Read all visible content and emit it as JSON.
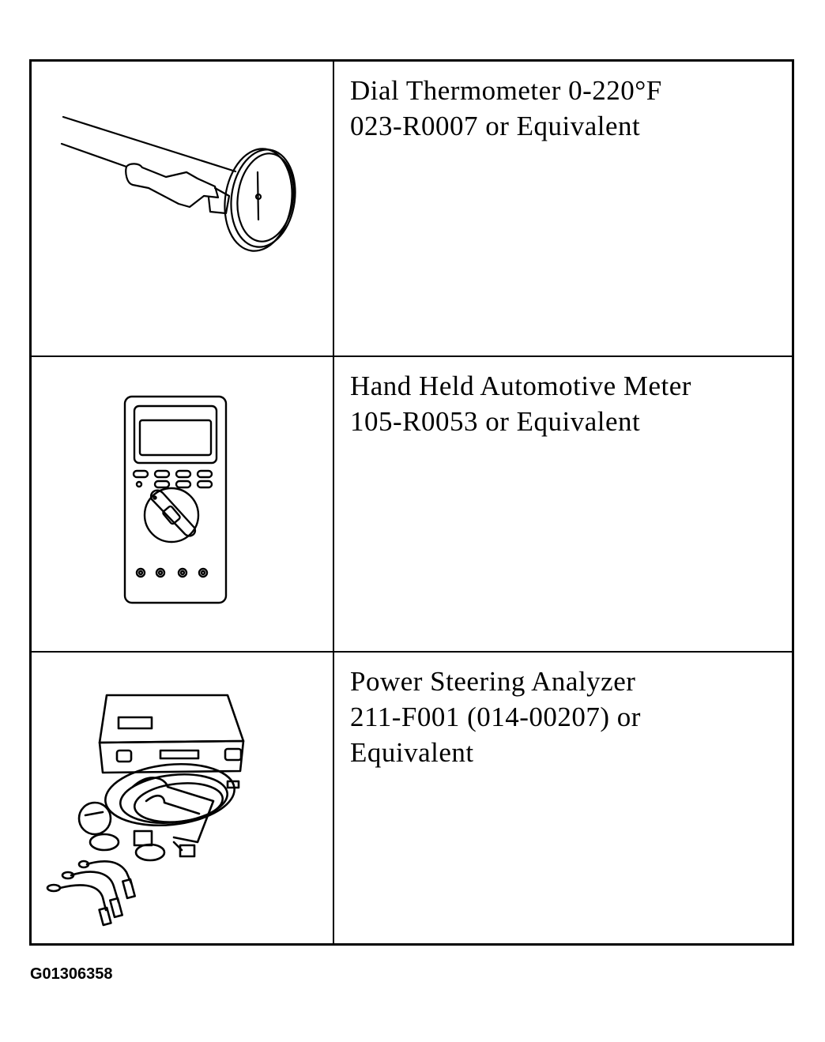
{
  "table": {
    "rows": [
      {
        "tool_name": "Dial Thermometer 0-220°F",
        "part_line": "023-R0007 or Equivalent",
        "extra_line": "",
        "illustration": "dial-thermometer-icon"
      },
      {
        "tool_name": "Hand Held Automotive Meter",
        "part_line": "105-R0053 or Equivalent",
        "extra_line": "",
        "illustration": "multimeter-icon"
      },
      {
        "tool_name": "Power Steering Analyzer",
        "part_line": "211-F001 (014-00207) or",
        "extra_line": "Equivalent",
        "illustration": "power-steering-analyzer-icon"
      }
    ]
  },
  "figure_id": "G01306358"
}
